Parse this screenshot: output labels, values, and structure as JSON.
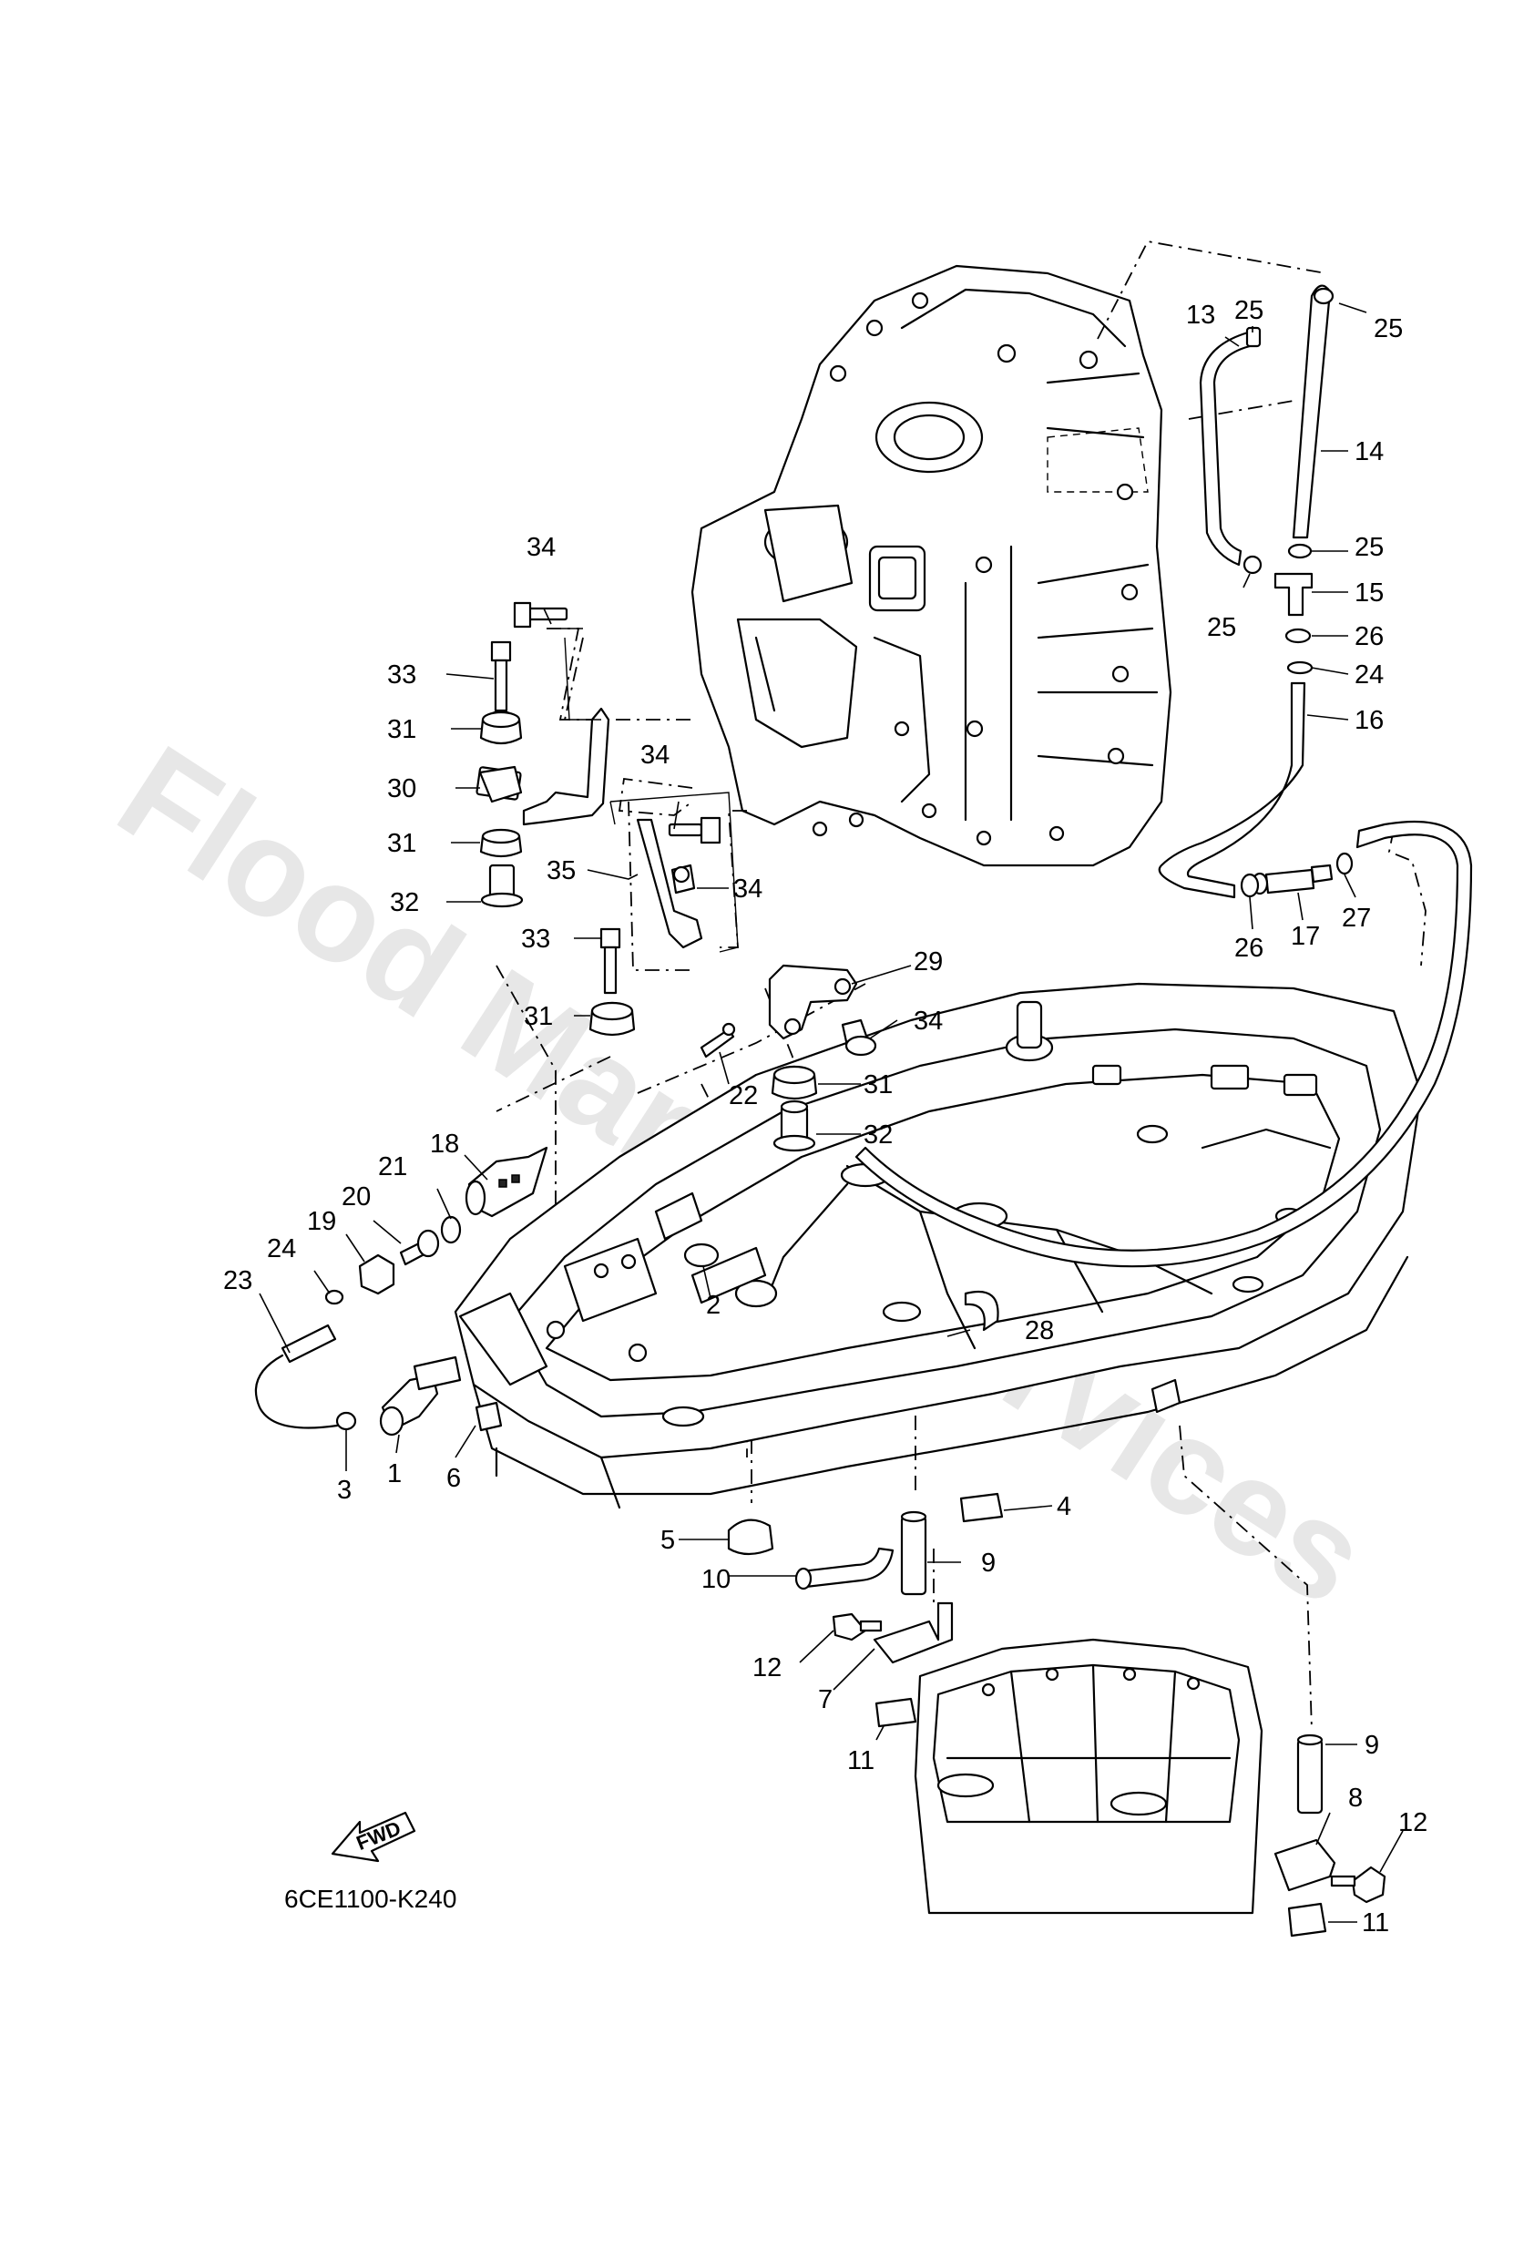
{
  "watermark": "Flood Marine Services",
  "diagram_code": "6CE1100-K240",
  "direction_label": "FWD",
  "callouts": [
    {
      "id": "c1",
      "text": "1"
    },
    {
      "id": "c2",
      "text": "2"
    },
    {
      "id": "c3",
      "text": "3"
    },
    {
      "id": "c4",
      "text": "4"
    },
    {
      "id": "c5",
      "text": "5"
    },
    {
      "id": "c6",
      "text": "6"
    },
    {
      "id": "c7",
      "text": "7"
    },
    {
      "id": "c8",
      "text": "8"
    },
    {
      "id": "c9a",
      "text": "9"
    },
    {
      "id": "c9b",
      "text": "9"
    },
    {
      "id": "c10",
      "text": "10"
    },
    {
      "id": "c11a",
      "text": "11"
    },
    {
      "id": "c11b",
      "text": "11"
    },
    {
      "id": "c12a",
      "text": "12"
    },
    {
      "id": "c12b",
      "text": "12"
    },
    {
      "id": "c13",
      "text": "13"
    },
    {
      "id": "c14",
      "text": "14"
    },
    {
      "id": "c15",
      "text": "15"
    },
    {
      "id": "c16",
      "text": "16"
    },
    {
      "id": "c17",
      "text": "17"
    },
    {
      "id": "c18",
      "text": "18"
    },
    {
      "id": "c19",
      "text": "19"
    },
    {
      "id": "c20",
      "text": "20"
    },
    {
      "id": "c21",
      "text": "21"
    },
    {
      "id": "c22",
      "text": "22"
    },
    {
      "id": "c23",
      "text": "23"
    },
    {
      "id": "c24a",
      "text": "24"
    },
    {
      "id": "c24b",
      "text": "24"
    },
    {
      "id": "c25a",
      "text": "25"
    },
    {
      "id": "c25b",
      "text": "25"
    },
    {
      "id": "c25c",
      "text": "25"
    },
    {
      "id": "c25d",
      "text": "25"
    },
    {
      "id": "c26a",
      "text": "26"
    },
    {
      "id": "c26b",
      "text": "26"
    },
    {
      "id": "c27",
      "text": "27"
    },
    {
      "id": "c28",
      "text": "28"
    },
    {
      "id": "c29",
      "text": "29"
    },
    {
      "id": "c30",
      "text": "30"
    },
    {
      "id": "c31a",
      "text": "31"
    },
    {
      "id": "c31b",
      "text": "31"
    },
    {
      "id": "c31c",
      "text": "31"
    },
    {
      "id": "c31d",
      "text": "31"
    },
    {
      "id": "c32a",
      "text": "32"
    },
    {
      "id": "c32b",
      "text": "32"
    },
    {
      "id": "c33a",
      "text": "33"
    },
    {
      "id": "c33b",
      "text": "33"
    },
    {
      "id": "c34a",
      "text": "34"
    },
    {
      "id": "c34b",
      "text": "34"
    },
    {
      "id": "c34c",
      "text": "34"
    },
    {
      "id": "c34d",
      "text": "34"
    },
    {
      "id": "c35",
      "text": "35"
    }
  ]
}
